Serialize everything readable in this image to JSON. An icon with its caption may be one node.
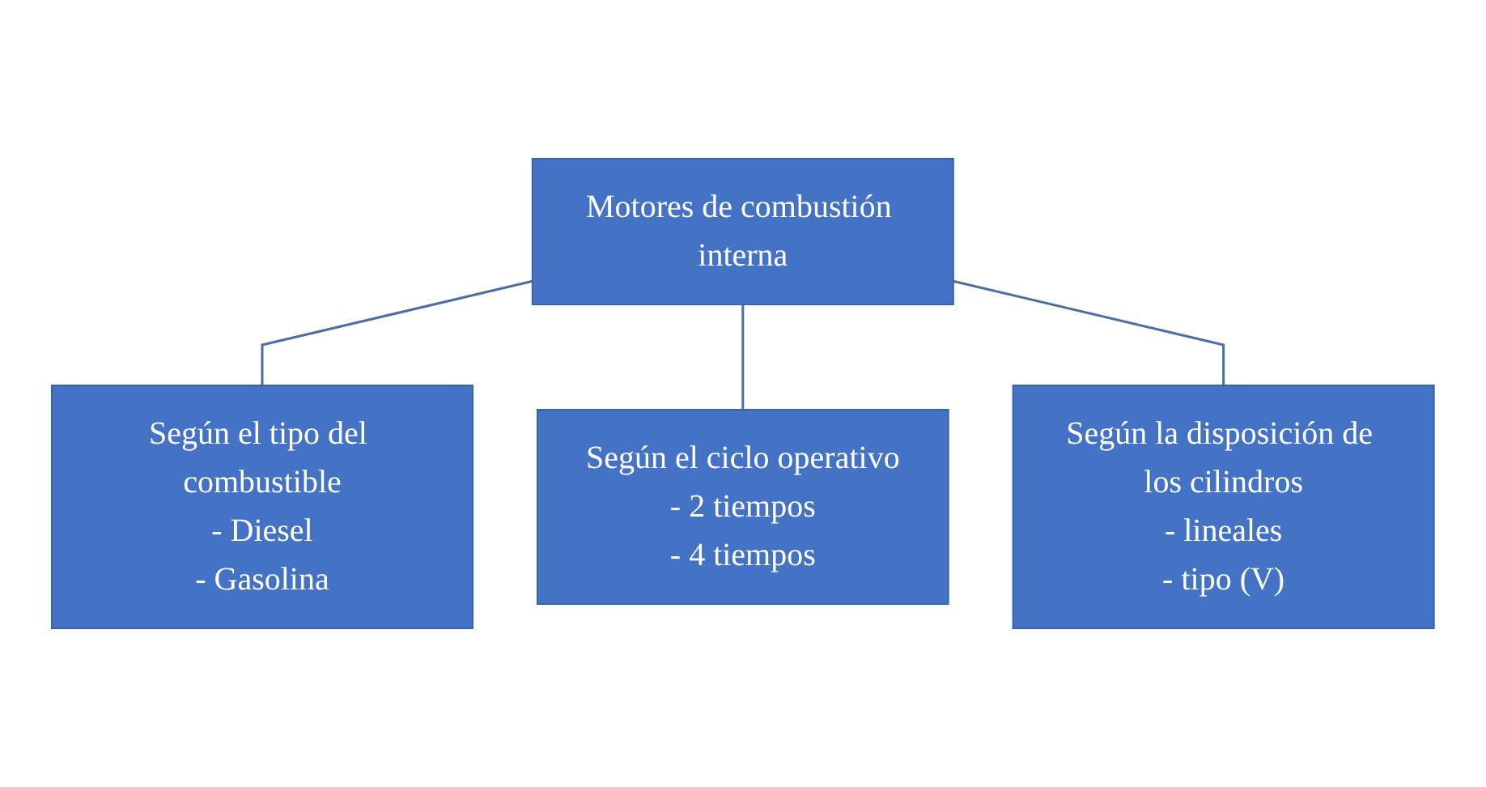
{
  "diagram": {
    "nodes": [
      {
        "text": [
          "Motores de combustión interna"
        ]
      },
      {
        "text": [
          "Según el tipo del combustible",
          "- Diesel",
          "- Gasolina"
        ]
      },
      {
        "text": [
          "Según el ciclo operativo",
          "- 2 tiempos",
          "- 4 tiempos"
        ]
      },
      {
        "text": [
          "Según la disposición de los cilindros",
          "- lineales",
          "- tipo (V)"
        ]
      }
    ],
    "edges": [
      {
        "from": 0,
        "to": 1,
        "arrow": "none"
      },
      {
        "from": 0,
        "to": 2,
        "arrow": "none"
      },
      {
        "from": 0,
        "to": 3,
        "arrow": "none"
      }
    ]
  }
}
